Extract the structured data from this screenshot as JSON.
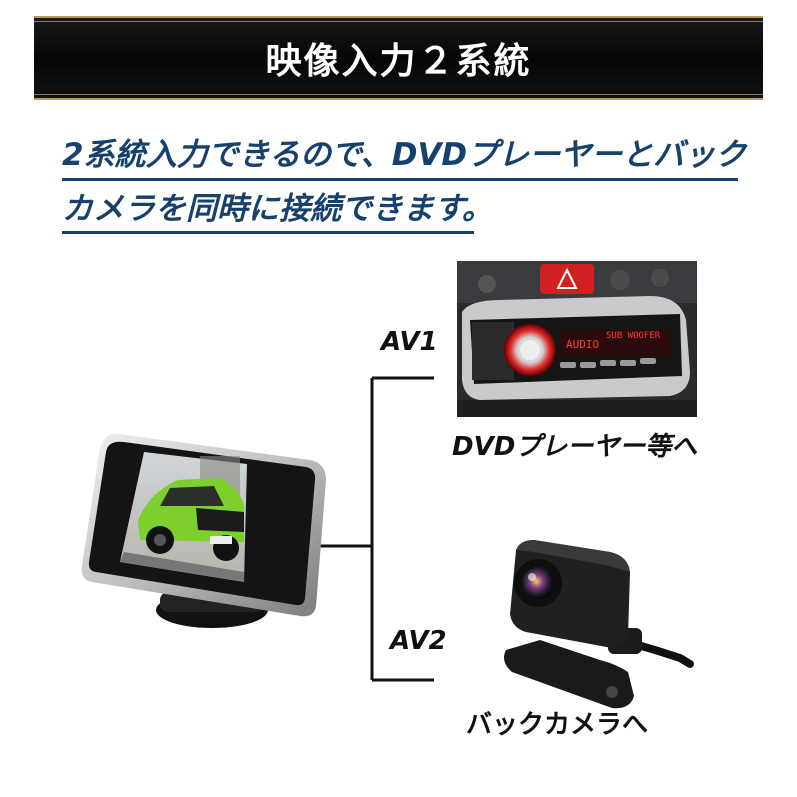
{
  "banner": {
    "title": "映像入力２系統"
  },
  "lead": {
    "line1": "2系統入力できるので、DVDプレーヤーとバック",
    "line2": "カメラを同時に接続できます。"
  },
  "inputs": {
    "av1_label": "AV1",
    "av2_label": "AV2",
    "av1_caption": "DVDプレーヤー等へ",
    "av2_caption": "バックカメラへ"
  },
  "radio_display": {
    "line1": "AUDIO",
    "line2": "SUB WOOFER"
  },
  "colors": {
    "brand_navy": "#16416d",
    "banner_black": "#0a0a0a",
    "banner_gold": "#b79a5b",
    "car_green": "#7ccf2c",
    "radio_red": "#d02020"
  }
}
